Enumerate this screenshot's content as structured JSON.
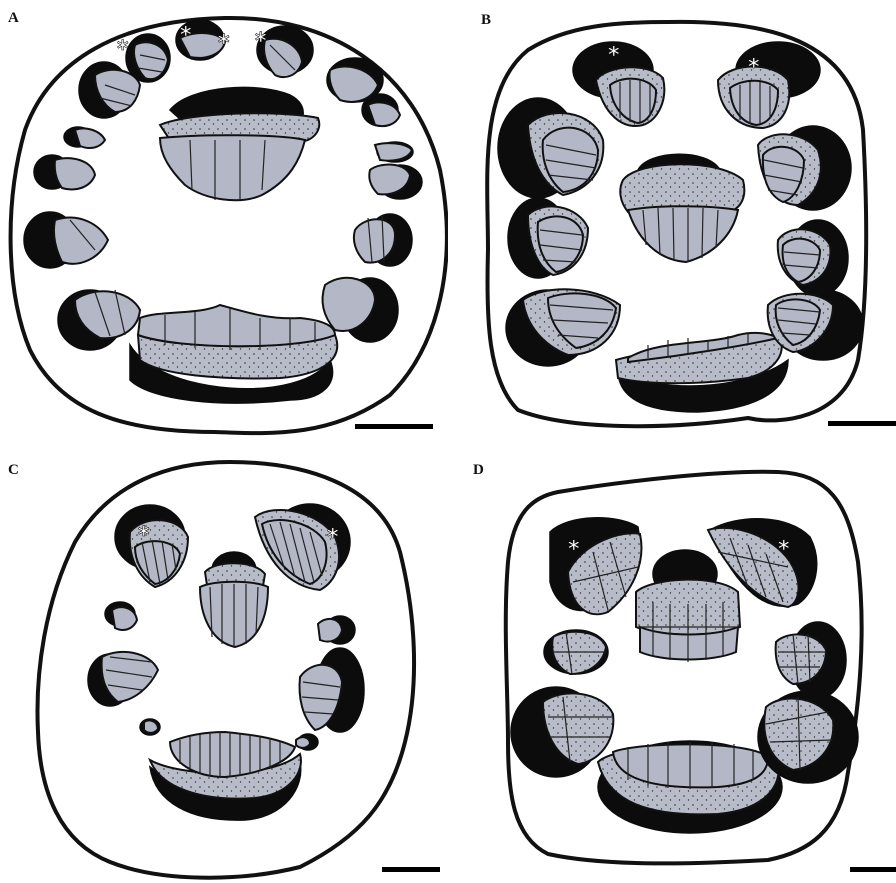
{
  "figure": {
    "panels": [
      {
        "label": "A",
        "markers": [
          "*",
          "*",
          "*",
          "*"
        ]
      },
      {
        "label": "B",
        "markers": [
          "*",
          "*"
        ]
      },
      {
        "label": "C",
        "markers": [
          "*",
          "*"
        ]
      },
      {
        "label": "D",
        "markers": [
          "*",
          "*"
        ]
      }
    ]
  },
  "colors": {
    "tissue_gray": "#b4b8c6",
    "dark_band": "#0c0c0c",
    "outline": "#111111",
    "background": "#ffffff"
  },
  "icons": [
    "asterisk-marker-icon",
    "scale-bar-icon"
  ]
}
